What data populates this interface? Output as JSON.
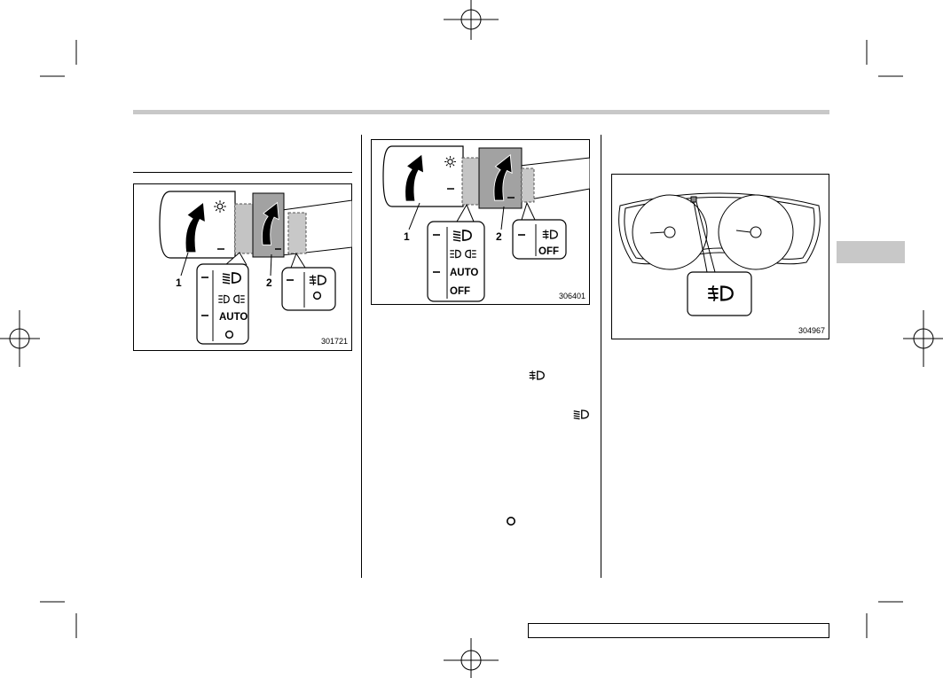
{
  "figure_left": {
    "number": "301721",
    "label_1": "1",
    "label_2": "2",
    "headlight_switch": {
      "icons": [
        "headlight-icon",
        "parking-light-icon",
        "off-circle-icon"
      ],
      "auto_label": "AUTO"
    },
    "fog_switch": {
      "icons": [
        "front-fog-light-icon",
        "off-circle-icon"
      ]
    }
  },
  "figure_middle": {
    "number": "306401",
    "label_1": "1",
    "label_2": "2",
    "headlight_switch": {
      "icons": [
        "headlight-icon",
        "parking-light-icon"
      ],
      "auto_label": "AUTO",
      "off_label": "OFF"
    },
    "fog_switch": {
      "icons": [
        "front-fog-light-icon"
      ],
      "off_label": "OFF"
    }
  },
  "figure_right": {
    "number": "304967",
    "indicator_icon": "front-fog-light-indicator-icon"
  },
  "inline_icons": [
    "front-fog-light-icon",
    "headlight-icon",
    "off-circle-icon"
  ],
  "colors": {
    "header_bar": "#c8c8c8",
    "section_tab": "#c8c8c8",
    "ring_gray": "#a2a2a2",
    "dashed_ring": "#c4c4c4"
  }
}
